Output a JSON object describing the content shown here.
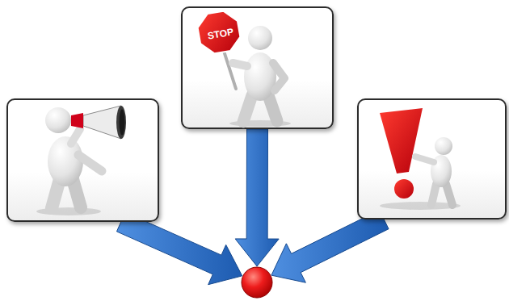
{
  "diagram": {
    "nodes": [
      {
        "text": []
      },
      {
        "text": [
          "STOP"
        ]
      },
      {
        "text": []
      },
      {
        "text": []
      }
    ],
    "edges": [
      {
        "from": 0,
        "to": 3,
        "arrow": "to"
      },
      {
        "from": 1,
        "to": 3,
        "arrow": "to"
      },
      {
        "from": 2,
        "to": 3,
        "arrow": "to"
      }
    ]
  }
}
